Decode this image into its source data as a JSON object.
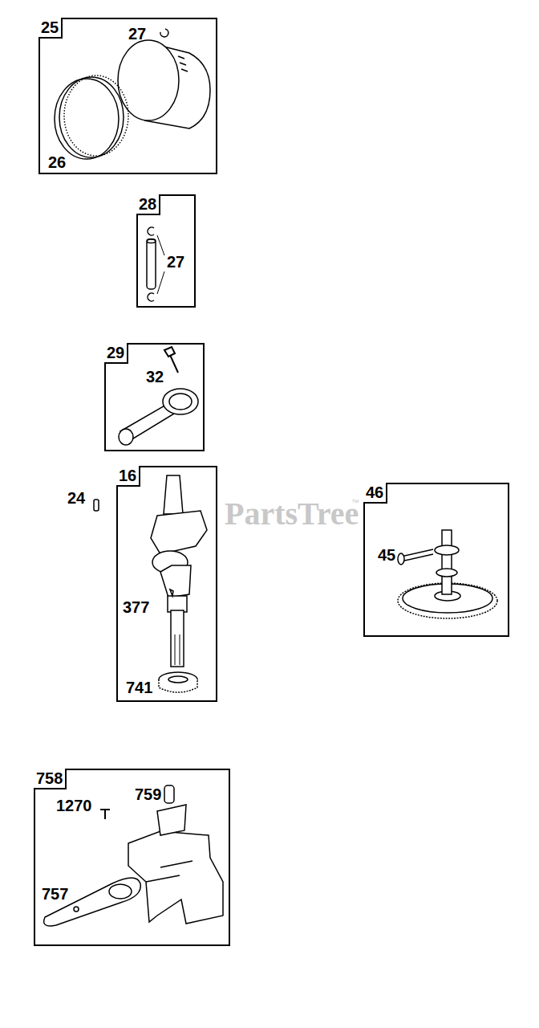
{
  "diagram": {
    "nodes": [
      {
        "text": [
          "25",
          "27",
          "26"
        ]
      },
      {
        "text": [
          "28",
          "27"
        ]
      },
      {
        "text": [
          "29",
          "32"
        ]
      },
      {
        "text": [
          "16",
          "377",
          "741"
        ]
      },
      {
        "text": [
          "46",
          "45"
        ]
      },
      {
        "text": [
          "758",
          "1270",
          "759",
          "757"
        ]
      }
    ],
    "labels": [
      "24",
      "PartsTree",
      "™"
    ]
  }
}
